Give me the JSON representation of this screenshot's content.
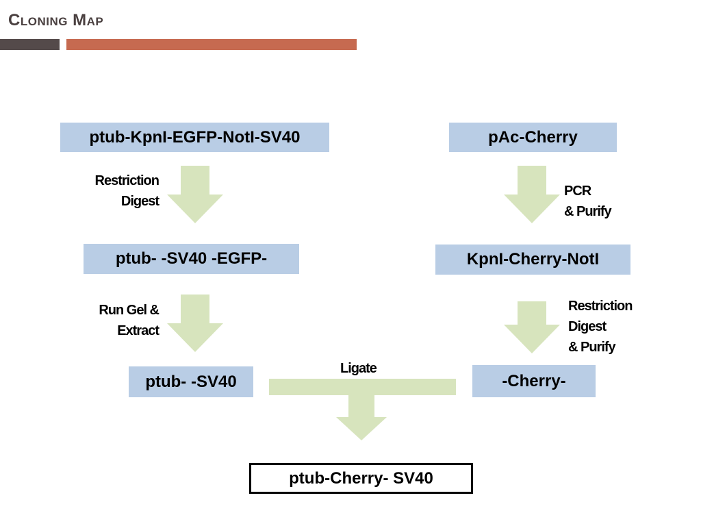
{
  "header": {
    "title": "Cloning Map"
  },
  "colors": {
    "box_fill": "#b9cde5",
    "arrow_fill": "#d7e4bd",
    "bar_dark": "#544a4a",
    "bar_accent": "#c66a50"
  },
  "boxes": {
    "left_top": "ptub-KpnI-EGFP-NotI-SV40",
    "left_mid": "ptub- -SV40  -EGFP-",
    "left_bottom": "ptub- -SV40",
    "right_top": "pAc-Cherry",
    "right_mid": "KpnI-Cherry-NotI",
    "right_bottom": "-Cherry-",
    "final": "ptub-Cherry- SV40"
  },
  "steps": {
    "left_1": "Restriction\nDigest",
    "left_2": "Run Gel &\nExtract",
    "right_1": "PCR\n& Purify",
    "right_2": "Restriction\nDigest\n& Purify",
    "ligate": "Ligate"
  }
}
